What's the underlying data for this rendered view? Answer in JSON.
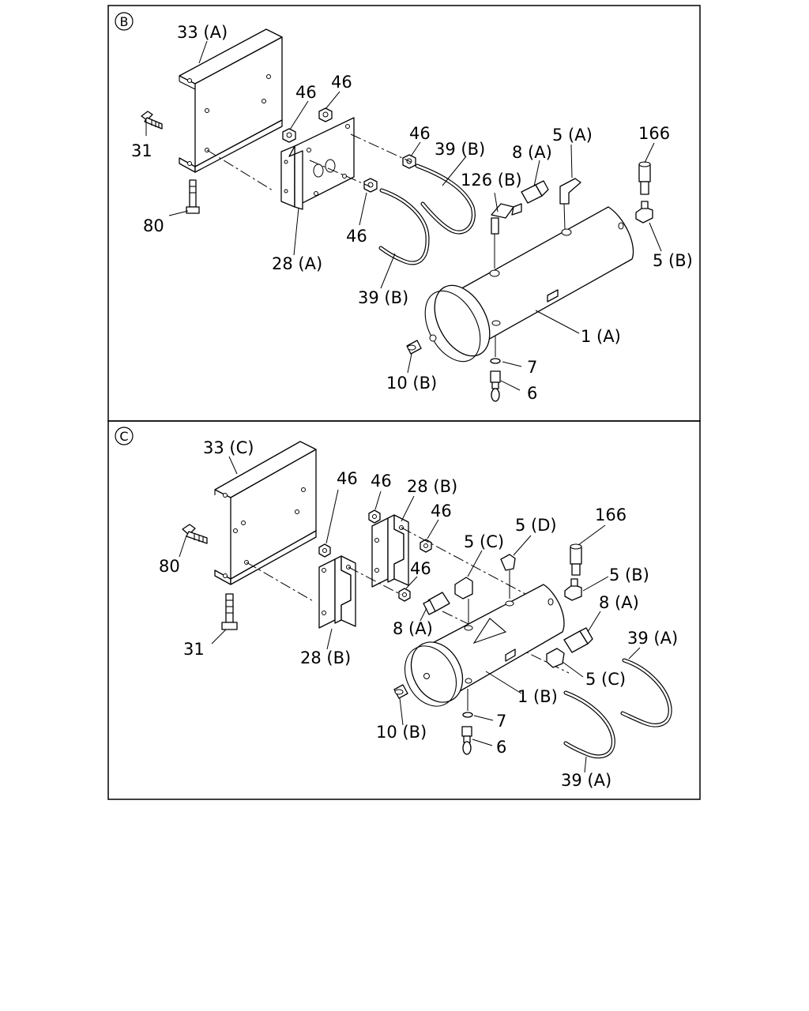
{
  "sections": [
    {
      "marker": "B",
      "labels": {
        "bracket": "33 (A)",
        "bolt_top": "31",
        "bolt_bottom": "80",
        "nut_1": "46",
        "nut_2": "46",
        "nut_3": "46",
        "nut_4": "46",
        "strap": "28 (A)",
        "pipe_upper": "39 (B)",
        "pipe_lower": "39 (B)",
        "elbow": "126 (B)",
        "connector": "8 (A)",
        "fitting_top": "5 (A)",
        "valve": "166",
        "fitting_end": "5 (B)",
        "tank": "1 (A)",
        "plug": "10 (B)",
        "washer": "7",
        "drain_cock": "6"
      }
    },
    {
      "marker": "C",
      "labels": {
        "bracket": "33 (C)",
        "bolt_top": "80",
        "bolt_bottom": "31",
        "nut_1": "46",
        "nut_2": "46",
        "nut_3": "46",
        "nut_4": "46",
        "strap_upper": "28 (B)",
        "strap_lower": "28 (B)",
        "fitting_c1": "5 (C)",
        "fitting_d": "5 (D)",
        "valve": "166",
        "fitting_b": "5 (B)",
        "connector_1": "8 (A)",
        "connector_2": "8 (A)",
        "fitting_c2": "5 (C)",
        "pipe_upper": "39 (A)",
        "pipe_lower": "39 (A)",
        "tank": "1 (B)",
        "plug": "10 (B)",
        "washer": "7",
        "drain_cock": "6"
      }
    }
  ]
}
